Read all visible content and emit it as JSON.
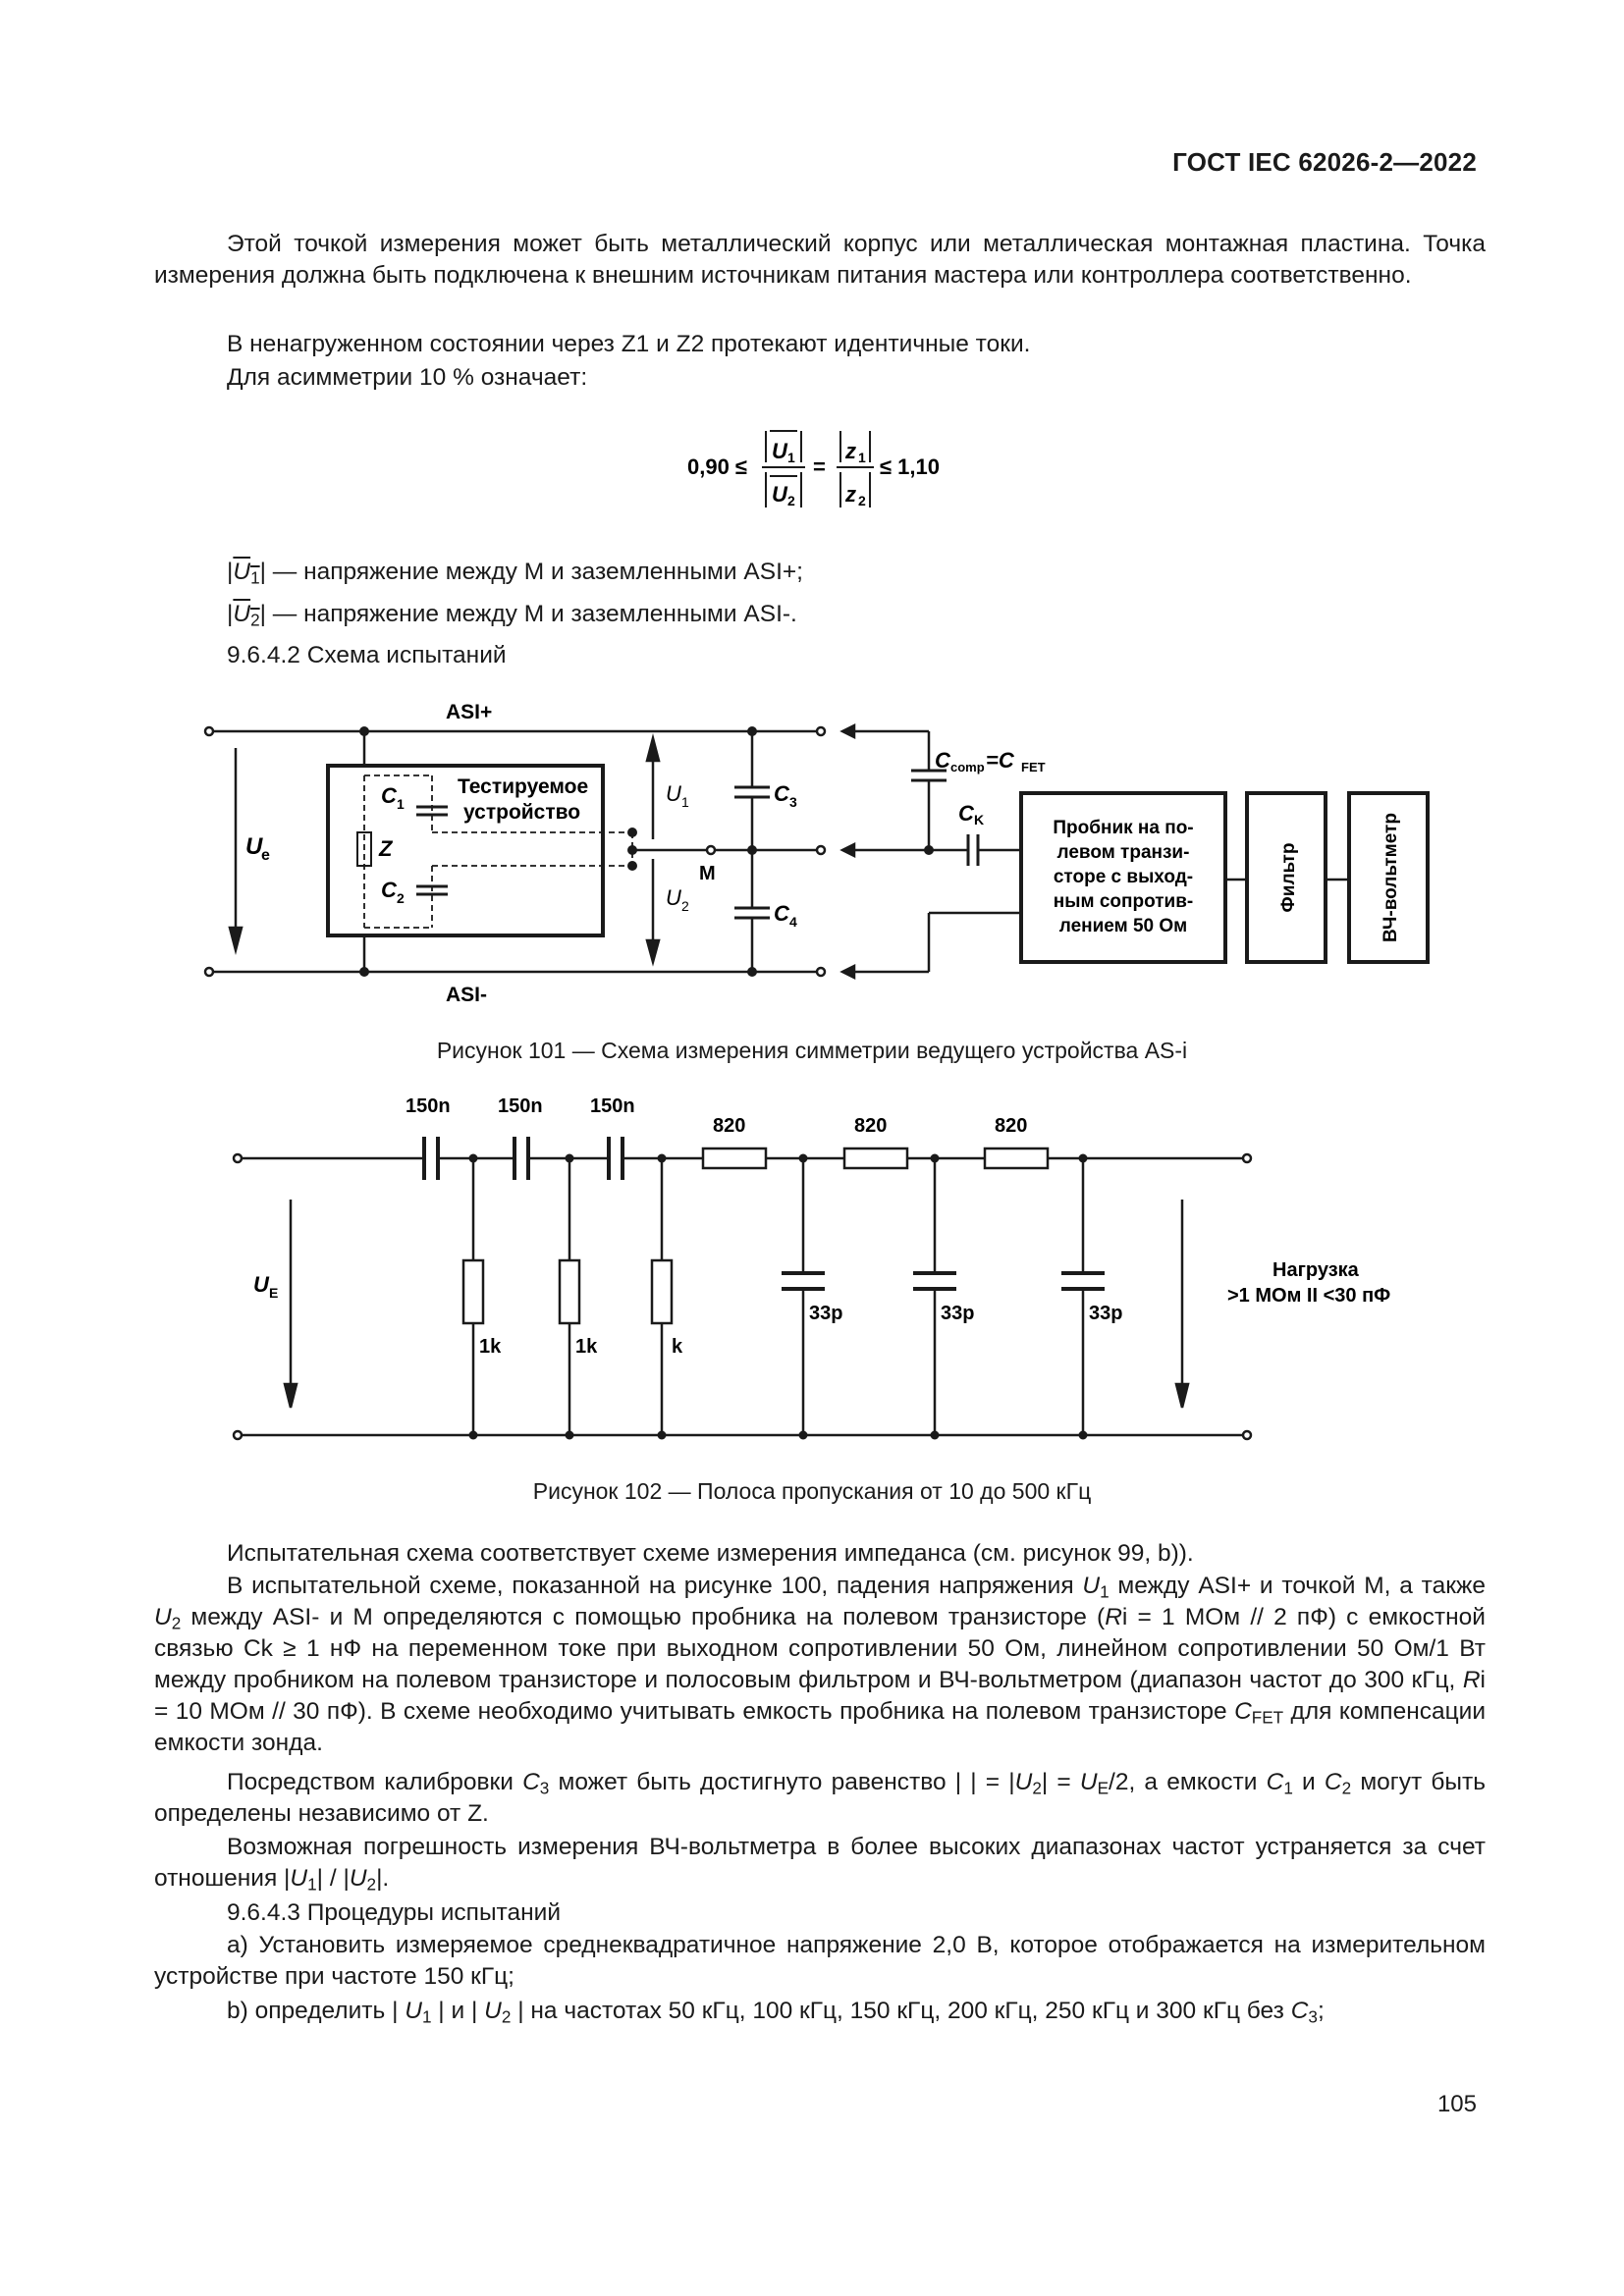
{
  "header": {
    "doc_id": "ГОСТ IEC 62026-2—2022"
  },
  "intro": {
    "p1": "Этой точкой измерения может быть металлический корпус или металлическая монтажная пластина. Точка измерения должна быть подключена к внешним источникам питания мастера или контроллера соответственно.",
    "p2": "В ненагруженном состоянии через Z1 и Z2 протекают идентичные токи.",
    "p3": "Для асимметрии 10 % означает:"
  },
  "formula": {
    "lower": "0,90 ≤",
    "upper": "≤ 1,10",
    "eq": "=",
    "u1": "U",
    "u2": "U",
    "z1": "z",
    "z2": "z",
    "s1": "1",
    "s2": "2"
  },
  "defs": {
    "d1_sym": "U",
    "d1_sub": "1",
    "d1_text": "| — напряжение между М и заземленными ASI+;",
    "d2_sym": "U",
    "d2_sub": "2",
    "d2_text": "| — напряжение между М и заземленными ASI-."
  },
  "section_942": "9.6.4.2 Схема испытаний",
  "fig101": {
    "caption": "Рисунок 101 — Схема измерения симметрии ведущего устройства AS-i",
    "asi_plus": "ASI+",
    "asi_minus": "ASI-",
    "ue": "U",
    "ue_sub": "e",
    "z": "Z",
    "c1": "C",
    "c1_sub": "1",
    "c2": "C",
    "c2_sub": "2",
    "dut_line1": "Тестируемое",
    "dut_line2": "устройство",
    "u1": "U",
    "u1_sub": "1",
    "u2": "U",
    "u2_sub": "2",
    "m": "M",
    "c3": "C",
    "c3_sub": "3",
    "c4": "C",
    "c4_sub": "4",
    "ccomp": "C",
    "ccomp_sub": "comp",
    "cfet": "=C",
    "cfet_sub": "FET",
    "ck": "C",
    "ck_sub": "K",
    "probe_lines": [
      "Пробник на по-",
      "левом транзи-",
      "сторе с выход-",
      "ным сопротив-",
      "лением 50 Ом"
    ],
    "filter": "Фильтр",
    "voltmeter": "ВЧ-вольтметр"
  },
  "fig102": {
    "caption": "Рисунок 102 — Полоса пропускания от 10 до 500 кГц",
    "caps": [
      "150n",
      "150n",
      "150n"
    ],
    "res_series": [
      "820",
      "820",
      "820"
    ],
    "res_shunt": [
      "1k",
      "1k",
      "k"
    ],
    "caps_shunt": [
      "33p",
      "33p",
      "33p"
    ],
    "ue": "U",
    "ue_sub": "E",
    "load_line1": "Нагрузка",
    "load_line2": ">1 МОм II <30 пФ"
  },
  "body": {
    "p_a": "Испытательная схема соответствует схеме измерения импеданса (см. рисунок 99, b)).",
    "p_b1": "В испытательной схеме, показанной на рисунке 100, падения напряжения ",
    "p_b2": " между ASI+ и точкой М, а также ",
    "p_b3": " между ASI- и М определяются с помощью пробника на полевом транзисторе (",
    "p_b4": "i = 1 МОм // 2 пФ) с емкостной связью Ck ≥ 1 нФ на переменном токе при выходном сопротивлении 50 Ом, линейном сопротивлении 50 Ом/1 Вт между пробником на полевом транзисторе и полосовым фильтром и ВЧ-вольтметром (диапазон частот до 300 кГц, ",
    "p_b5": "i = 10 МОм // 30 пФ). В схеме необходимо учитывать емкость пробника на полевом транзисторе ",
    "p_b6": " для компенсации емкости зонда.",
    "p_c1": "Посредством калибровки ",
    "p_c2": " может быть достигнуто равенство | | = |",
    "p_c3": "| = ",
    "p_c4": "/2, а емкости ",
    "p_c5": " и ",
    "p_c6": " могут быть определены независимо от Z.",
    "p_d1": "Возможная погрешность измерения ВЧ-вольтметра в более высоких диапазонах частот устраняется за счет отношения |",
    "p_d2": "| / |",
    "p_d3": "|.",
    "sec_943": "9.6.4.3 Процедуры испытаний",
    "p_e": "a) Установить измеряемое среднеквадратичное напряжение 2,0 В, которое отображается на измерительном устройстве при частоте 150 кГц;",
    "p_f1": "b) определить | ",
    "p_f2": " | и | ",
    "p_f3": " | на частотах 50 кГц, 100 кГц, 150 кГц, 200 кГц, 250 кГц и 300 кГц без ",
    "p_f4": ";",
    "U": "U",
    "R": "R",
    "C": "C",
    "s1": "1",
    "s2": "2",
    "s3": "3",
    "sE": "E",
    "sFET": "FET"
  },
  "page_number": "105"
}
